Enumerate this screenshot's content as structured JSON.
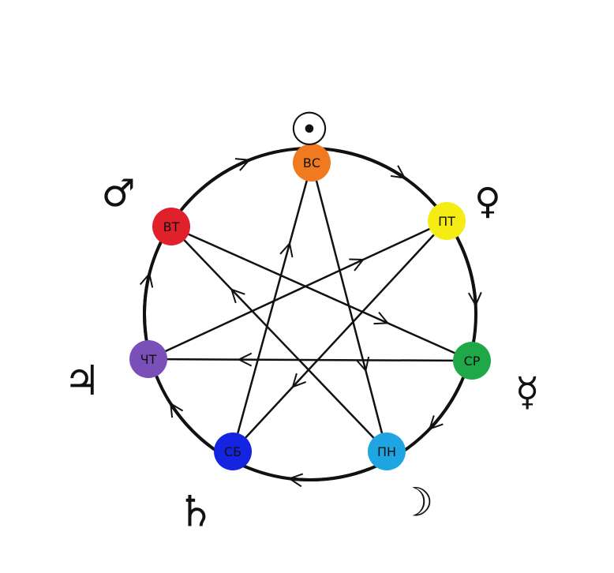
{
  "nodes": [
    {
      "id": "vs",
      "label": "ВС",
      "color": "#f07a1f",
      "planet_symbol": "☉",
      "planet_name": "sun"
    },
    {
      "id": "pt",
      "label": "ПТ",
      "color": "#f4ec12",
      "planet_symbol": "♀",
      "planet_name": "venus"
    },
    {
      "id": "sr",
      "label": "СР",
      "color": "#1fa848",
      "planet_symbol": "☿",
      "planet_name": "mercury"
    },
    {
      "id": "pn",
      "label": "ПН",
      "color": "#1ea5e2",
      "planet_symbol": "☽",
      "planet_name": "moon"
    },
    {
      "id": "sb",
      "label": "СБ",
      "color": "#1424e0",
      "planet_symbol": "♄",
      "planet_name": "saturn"
    },
    {
      "id": "cht",
      "label": "ЧТ",
      "color": "#7a4fb8",
      "planet_symbol": "♃",
      "planet_name": "jupiter"
    },
    {
      "id": "vt",
      "label": "ВТ",
      "color": "#e0202a",
      "planet_symbol": "♂",
      "planet_name": "mars"
    }
  ],
  "circle_edges": [
    [
      "vs",
      "pt"
    ],
    [
      "pt",
      "sr"
    ],
    [
      "sr",
      "pn"
    ],
    [
      "pn",
      "sb"
    ],
    [
      "sb",
      "cht"
    ],
    [
      "cht",
      "vt"
    ],
    [
      "vt",
      "vs"
    ]
  ],
  "star_edges": [
    [
      "vs",
      "pn"
    ],
    [
      "pn",
      "vt"
    ],
    [
      "vt",
      "sr"
    ],
    [
      "sr",
      "cht"
    ],
    [
      "cht",
      "pt"
    ],
    [
      "pt",
      "sb"
    ],
    [
      "sb",
      "vs"
    ]
  ],
  "colors": {
    "line": "#111111",
    "background": "#ffffff"
  }
}
